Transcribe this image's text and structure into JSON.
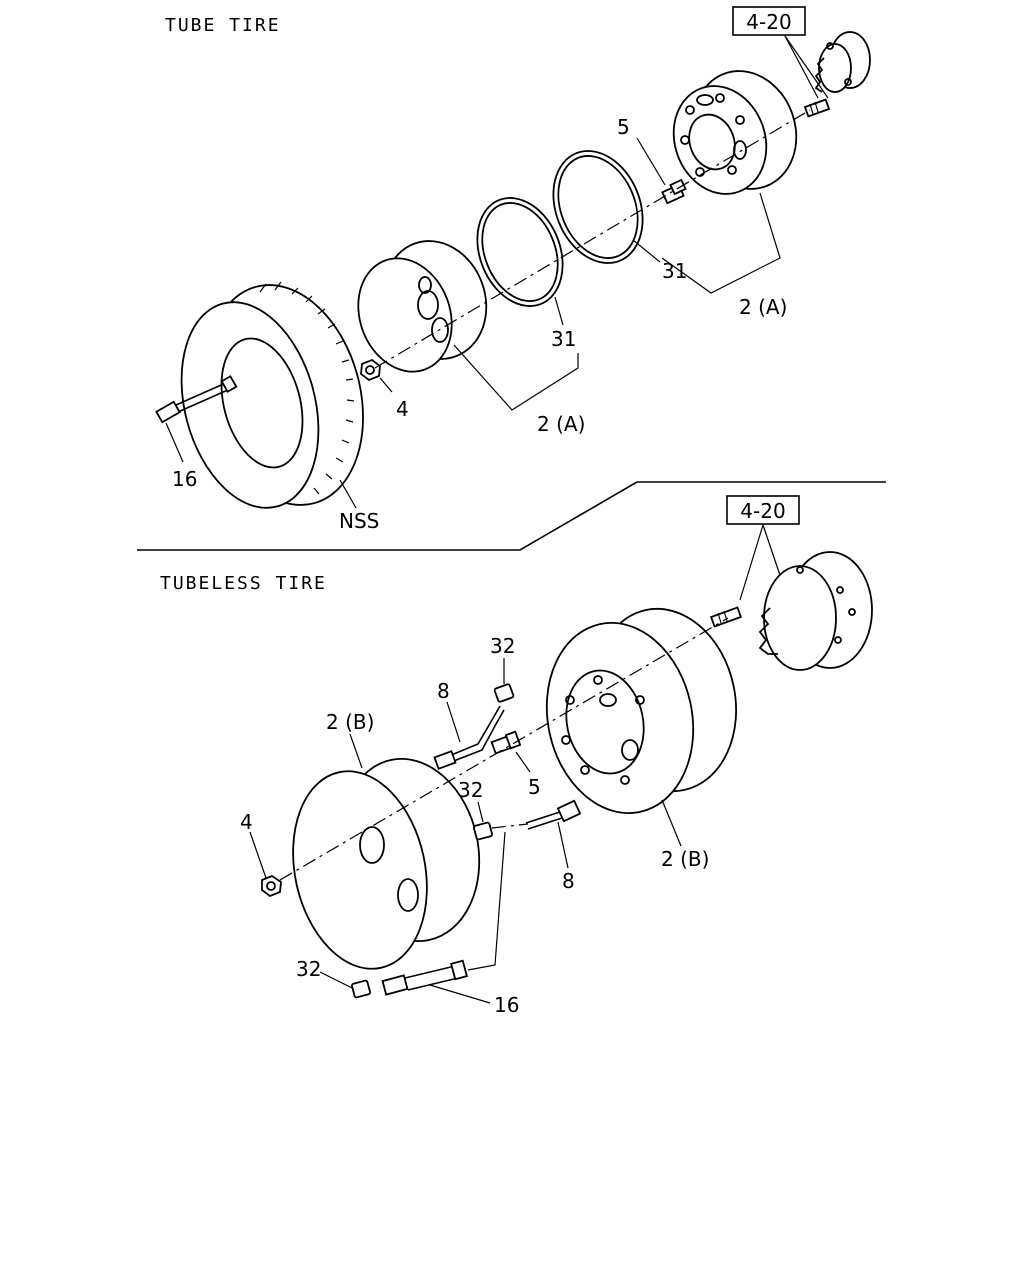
{
  "sections": {
    "tube": {
      "title": "TUBE TIRE"
    },
    "tubeless": {
      "title": "TUBELESS TIRE"
    }
  },
  "refs": {
    "tube_ref": "4-20",
    "tubeless_ref": "4-20"
  },
  "tube_labels": {
    "p5": "5",
    "p31_right": "31",
    "p2a_right": "2 (A)",
    "p31_left": "31",
    "p4": "4",
    "p2a_left": "2 (A)",
    "p16": "16",
    "nss": "NSS"
  },
  "tubeless_labels": {
    "p32_top": "32",
    "p8_top": "8",
    "p2b_left": "2 (B)",
    "p5": "5",
    "p4": "4",
    "p32_mid": "32",
    "p8_bottom": "8",
    "p2b_right": "2 (B)",
    "p32_bottom": "32",
    "p16": "16"
  }
}
